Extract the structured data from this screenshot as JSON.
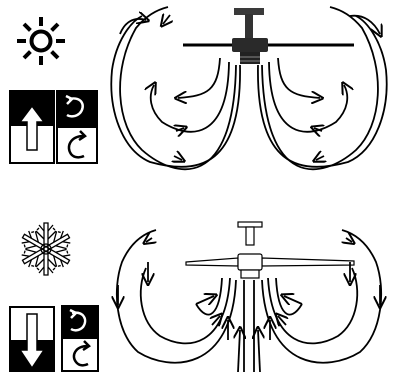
{
  "diagram": {
    "panels": [
      {
        "season": "summer",
        "season_icon": "sun-icon",
        "airflow_direction": "up",
        "rotation_icon": "rotation-counterclockwise-clockwise-icon"
      },
      {
        "season": "winter",
        "season_icon": "snowflake-icon",
        "airflow_direction": "down",
        "rotation_icon": "rotation-counterclockwise-clockwise-icon"
      }
    ],
    "colors": {
      "ink": "#000000",
      "paper": "#ffffff",
      "fan_body": "#2a2a2a",
      "fan_light": "#e8e8e8"
    }
  }
}
